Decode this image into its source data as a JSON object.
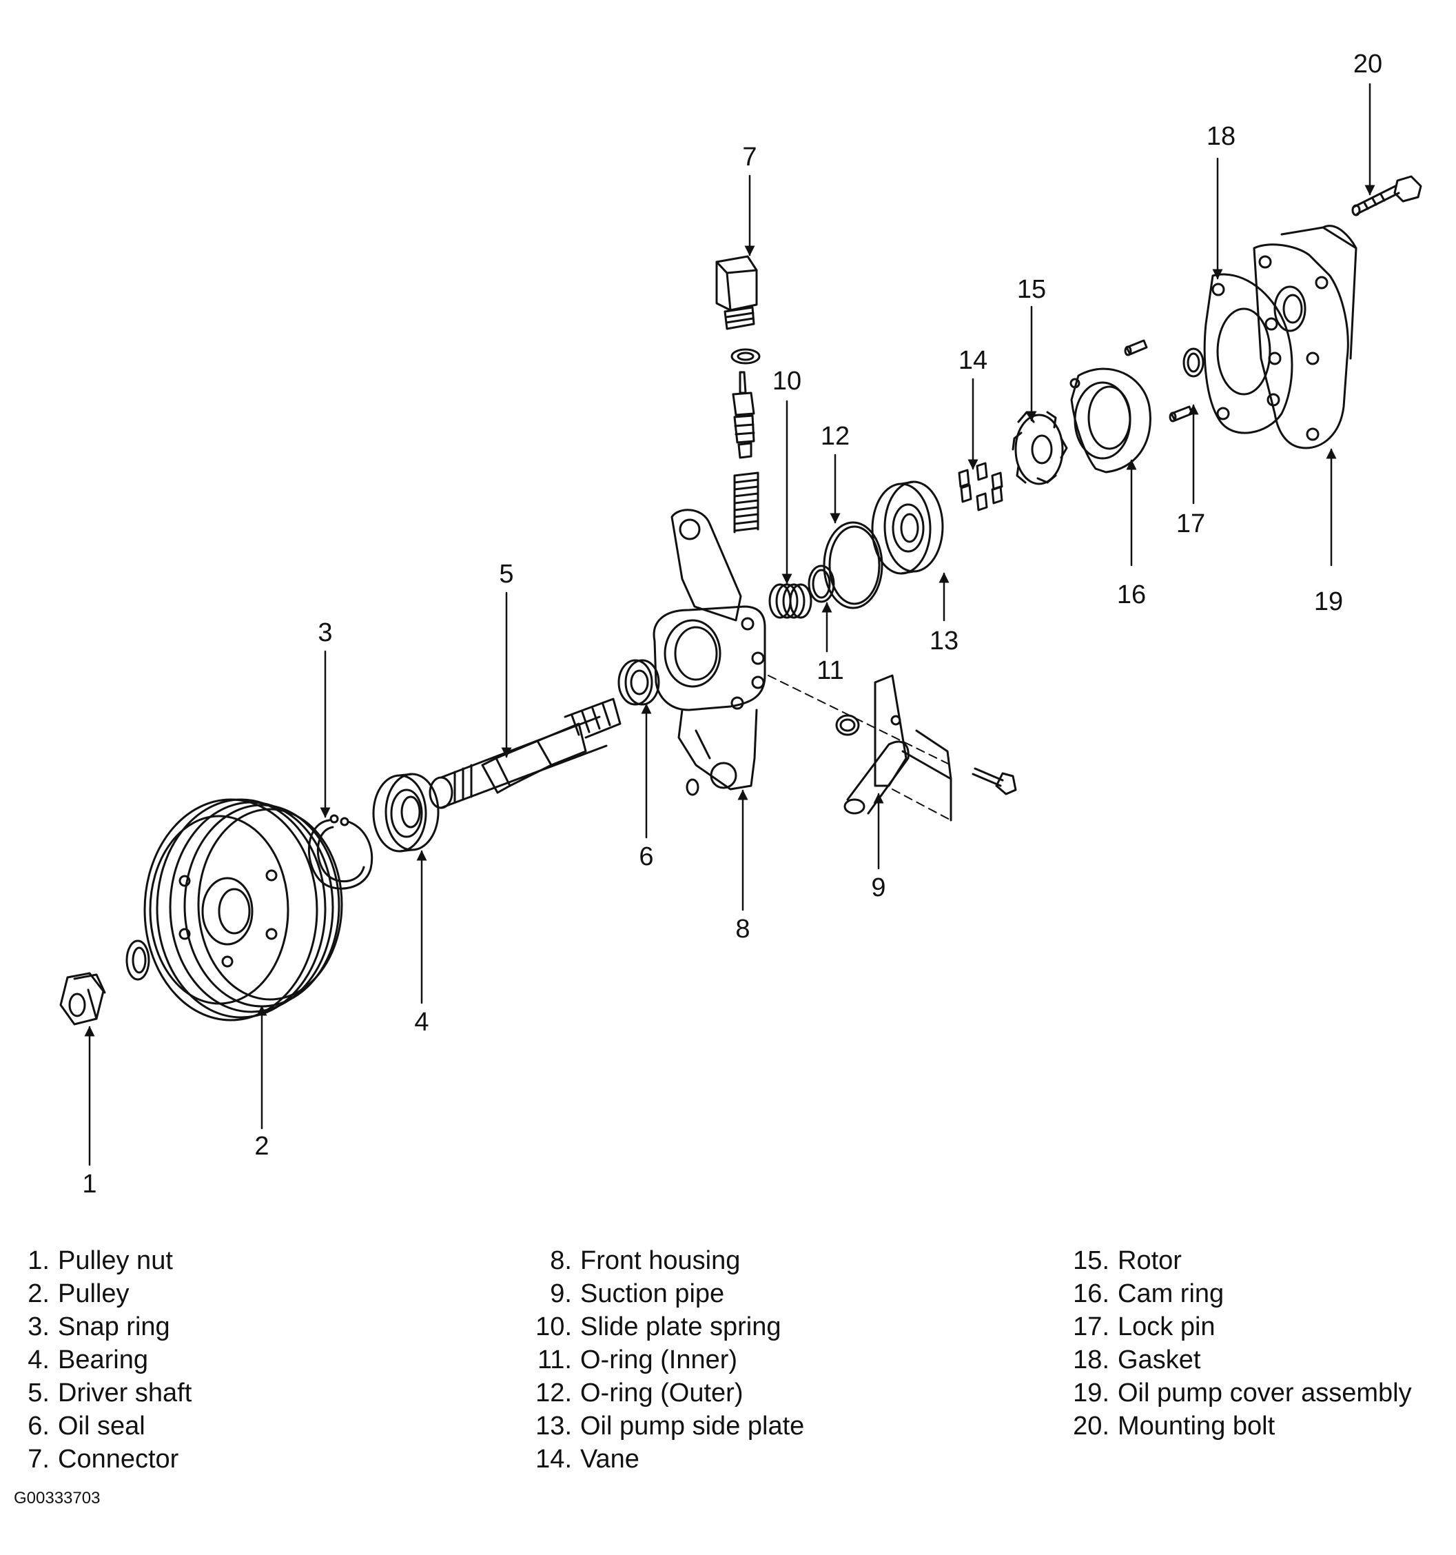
{
  "callout_numbers": [
    "1",
    "2",
    "3",
    "4",
    "5",
    "6",
    "7",
    "8",
    "9",
    "10",
    "11",
    "12",
    "13",
    "14",
    "15",
    "16",
    "17",
    "18",
    "19",
    "20"
  ],
  "legend": {
    "col1": [
      {
        "num": "1.",
        "label": "Pulley nut"
      },
      {
        "num": "2.",
        "label": "Pulley"
      },
      {
        "num": "3.",
        "label": "Snap ring"
      },
      {
        "num": "4.",
        "label": "Bearing"
      },
      {
        "num": "5.",
        "label": "Driver shaft"
      },
      {
        "num": "6.",
        "label": "Oil seal"
      },
      {
        "num": "7.",
        "label": "Connector"
      }
    ],
    "col2": [
      {
        "num": "8.",
        "label": "Front housing"
      },
      {
        "num": "9.",
        "label": "Suction pipe"
      },
      {
        "num": "10.",
        "label": "Slide plate spring"
      },
      {
        "num": "11.",
        "label": "O-ring (Inner)"
      },
      {
        "num": "12.",
        "label": "O-ring (Outer)"
      },
      {
        "num": "13.",
        "label": "Oil pump side plate"
      },
      {
        "num": "14.",
        "label": "Vane"
      }
    ],
    "col3": [
      {
        "num": "15.",
        "label": "Rotor"
      },
      {
        "num": "16.",
        "label": "Cam ring"
      },
      {
        "num": "17.",
        "label": "Lock pin"
      },
      {
        "num": "18.",
        "label": "Gasket"
      },
      {
        "num": "19.",
        "label": "Oil pump cover assembly"
      },
      {
        "num": "20.",
        "label": "Mounting bolt"
      }
    ]
  },
  "figure_code": "G00333703"
}
